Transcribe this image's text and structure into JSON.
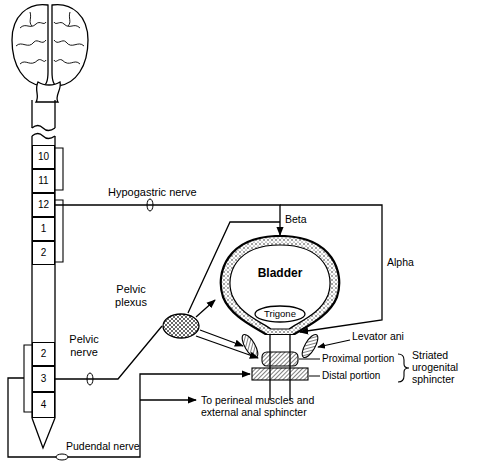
{
  "diagram": {
    "nodes": [
      {
        "text": [
          "10"
        ]
      },
      {
        "text": [
          "11"
        ]
      },
      {
        "text": [
          "12"
        ]
      },
      {
        "text": [
          "1"
        ]
      },
      {
        "text": [
          "2"
        ]
      },
      {
        "text": [
          "2"
        ]
      },
      {
        "text": [
          "3"
        ]
      },
      {
        "text": [
          "4"
        ]
      },
      {
        "text": [
          "Pelvic plexus"
        ]
      },
      {
        "text": [
          "Bladder"
        ]
      },
      {
        "text": [
          "Trigone"
        ],
        "in": 9
      }
    ],
    "edges": [
      {
        "from": 2,
        "to": 9,
        "label": "Hypogastric nerve",
        "arrow": "to"
      },
      {
        "from": 6,
        "to": 8,
        "label": "Pelvic nerve",
        "arrow": "none"
      },
      {
        "from": 8,
        "to": 9,
        "arrow": "to"
      }
    ],
    "labels": [
      "Beta",
      "Alpha",
      "Levator ani",
      "Proximal portion",
      "Distal portion",
      "Striated urogenital sphincter",
      "To perineal muscles and external anal sphincter",
      "Pudendal nerve"
    ]
  }
}
